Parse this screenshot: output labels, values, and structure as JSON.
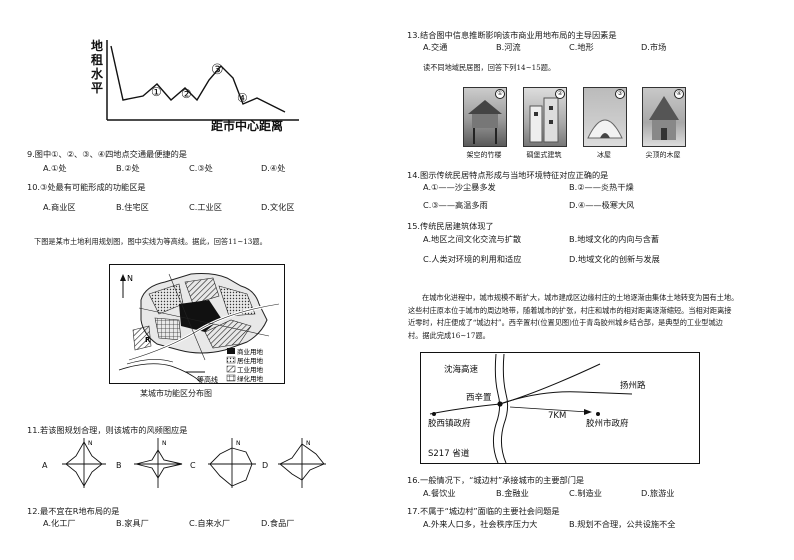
{
  "left": {
    "graph": {
      "ylabel_chars": [
        "地",
        "租",
        "水",
        "平"
      ],
      "xlabel": "距市中心距离",
      "markers": [
        "①",
        "②",
        "③",
        "④"
      ]
    },
    "q9": {
      "text": "9.图中①、②、③、④四地点交通最便捷的是",
      "options": [
        "A.①处",
        "B.②处",
        "C.③处",
        "D.④处"
      ]
    },
    "q10": {
      "text": "10.③处最有可能形成的功能区是",
      "options": [
        "A.商业区",
        "B.住宅区",
        "C.工业区",
        "D.文化区"
      ]
    },
    "intro_11_13": "下图是某市土地利用规划图，图中实线为等高线。据此，回答11~13题。",
    "map": {
      "north": "N",
      "R_label": "R",
      "legend": [
        "商业用地",
        "居住用地",
        "工业用地",
        "绿化用地"
      ],
      "contour_label": "等高线",
      "caption": "某城市功能区分布图"
    },
    "q11": {
      "text": "11.若该图规划合理，则该城市的风频图应是",
      "option_letters": [
        "A",
        "B",
        "C",
        "D"
      ],
      "N": "N"
    },
    "q12": {
      "text": "12.最不宜在R地布局的是",
      "options": [
        "A.化工厂",
        "B.家具厂",
        "C.自来水厂",
        "D.食品厂"
      ]
    }
  },
  "right": {
    "q13": {
      "text": "13.结合图中信息推断影响该市商业用地布局的主导因素是",
      "options": [
        "A.交通",
        "B.河流",
        "C.地形",
        "D.市场"
      ]
    },
    "intro_14_15": "读不同地域民居图，回答下列14~15题。",
    "photos": [
      {
        "num": "①",
        "caption": "架空的竹楼"
      },
      {
        "num": "②",
        "caption": "碉堡式建筑"
      },
      {
        "num": "③",
        "caption": "冰屋"
      },
      {
        "num": "④",
        "caption": "尖顶的木屋"
      }
    ],
    "q14": {
      "text": "14.图示传统民居特点形成与当地环境特征对应正确的是",
      "options": [
        "A.①——沙尘暴多发",
        "B.②——炎热干燥",
        "C.③——高温多雨",
        "D.④——极寒大风"
      ]
    },
    "q15": {
      "text": "15.传统民居建筑体现了",
      "options": [
        "A.地区之间文化交流与扩散",
        "B.地域文化的内向与含蓄",
        "C.人类对环境的利用和适应",
        "D.地域文化的创新与发展"
      ]
    },
    "passage": [
      "在城市化进程中，城市规模不断扩大，城市建成区边缘村庄的土地逐渐由集体土地转变为国有土地。",
      "这些村庄原本位于城市的周边地带，随着城市的扩张，村庄和城市的相对距离逐渐缩短。当相对距离接",
      "近零时，村庄便成了“城边村”。西辛置村(位置见图)位于青岛胶州城乡结合部，是典型的工业型城边",
      "村。据此完成16~17题。"
    ],
    "roadmap": {
      "highway": "沈海高速",
      "xixinzhi": "西辛置",
      "yangzhou_road": "扬州路",
      "distance": "7KM",
      "jiaoxi": "胶西镇政府",
      "jiaozhou": "胶州市政府",
      "s217": "S217 省道"
    },
    "q16": {
      "text": "16.一般情况下，“城边村”承接城市的主要部门是",
      "options": [
        "A.餐饮业",
        "B.金融业",
        "C.制造业",
        "D.旅游业"
      ]
    },
    "q17": {
      "text": "17.不属于“城边村”面临的主要社会问题是",
      "options": [
        "A.外来人口多，社会秩序压力大",
        "B.规划不合理，公共设施不全"
      ]
    }
  }
}
